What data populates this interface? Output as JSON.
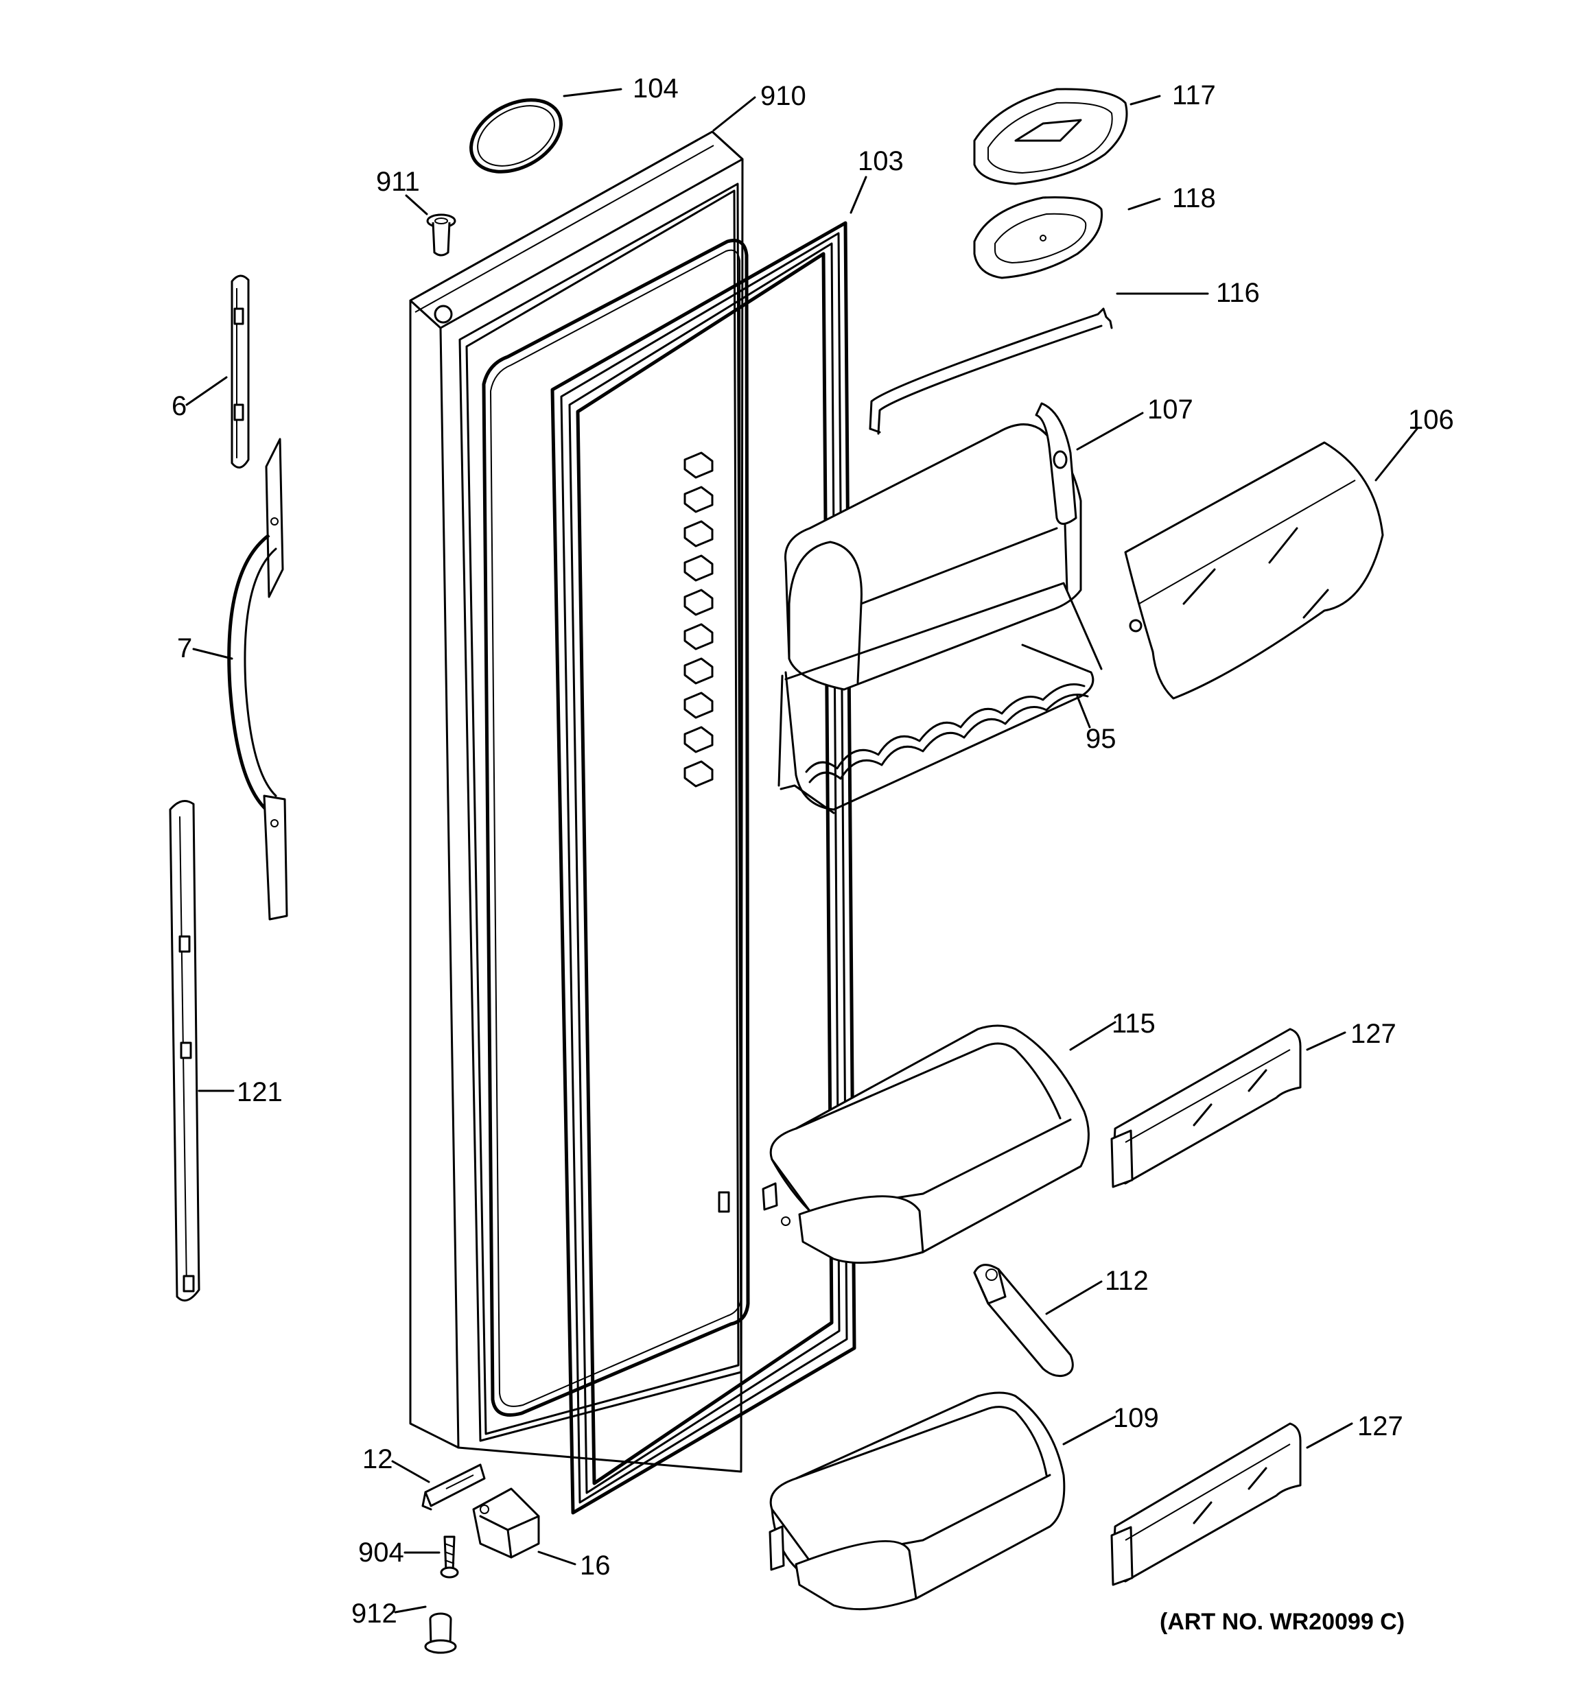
{
  "art_number": "(ART NO. WR20099 C)",
  "labels": {
    "p104": "104",
    "p910": "910",
    "p117": "117",
    "p911": "911",
    "p103": "103",
    "p118": "118",
    "p116": "116",
    "p6": "6",
    "p107": "107",
    "p106": "106",
    "p7": "7",
    "p95": "95",
    "p115": "115",
    "p127a": "127",
    "p121": "121",
    "p112": "112",
    "p109": "109",
    "p127b": "127",
    "p12": "12",
    "p904": "904",
    "p16": "16",
    "p912": "912"
  }
}
